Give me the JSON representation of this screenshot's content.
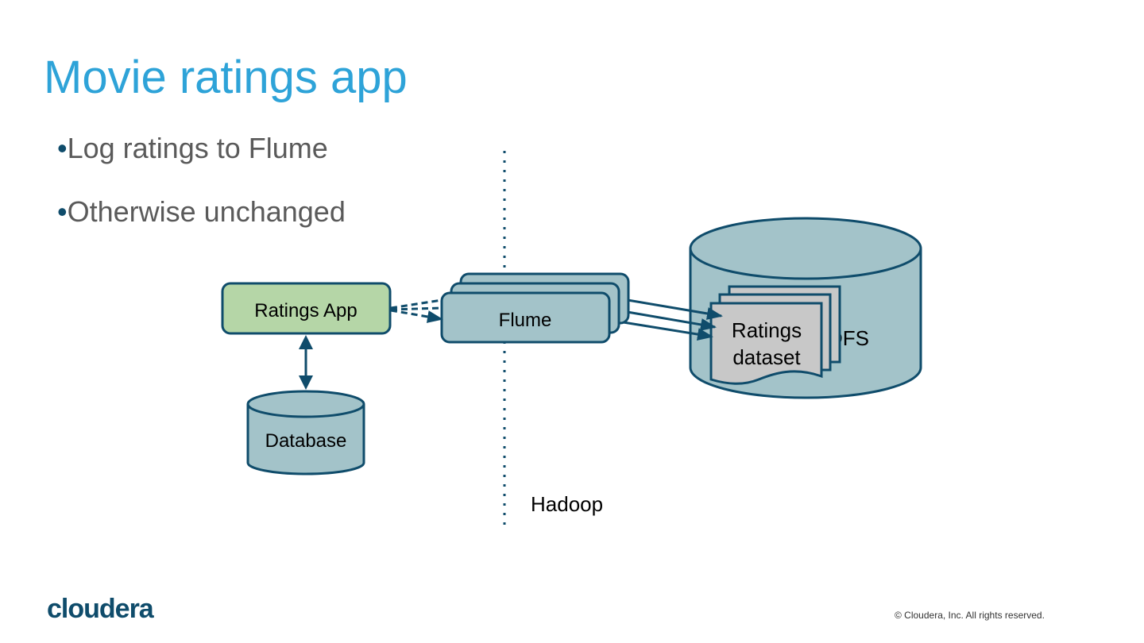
{
  "slide": {
    "title": "Movie ratings app",
    "bullets": [
      "Log ratings to Flume",
      "Otherwise unchanged"
    ]
  },
  "diagram": {
    "nodes": {
      "ratings_app": "Ratings App",
      "database": "Database",
      "flume": "Flume",
      "hdfs": "HDFS",
      "ratings_dataset_line1": "Ratings",
      "ratings_dataset_line2": "dataset"
    },
    "boundary_label": "Hadoop",
    "colors": {
      "node_fill": "#a3c3c9",
      "stroke": "#0f4c6b",
      "app_fill": "#b5d6a7",
      "doc_fill": "#c8c8c8"
    }
  },
  "footer": {
    "logo": "cloudera",
    "copyright": "© Cloudera, Inc. All rights reserved."
  }
}
